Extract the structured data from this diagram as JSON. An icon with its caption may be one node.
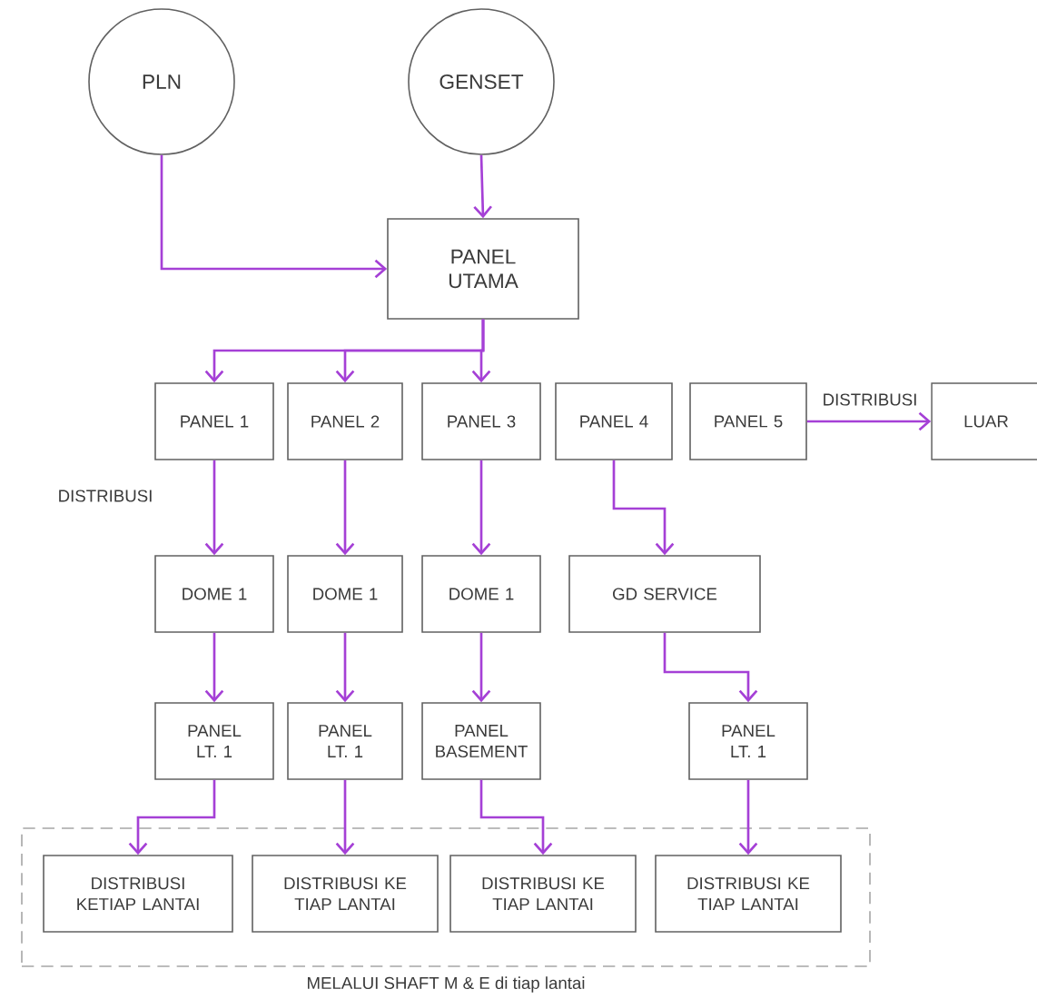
{
  "diagram": {
    "nodes": [
      {
        "text": [
          "PLN"
        ]
      },
      {
        "text": [
          "GENSET"
        ]
      },
      {
        "text": [
          "PANEL UTAMA"
        ]
      },
      {
        "text": [
          "PANEL 1"
        ]
      },
      {
        "text": [
          "PANEL 2"
        ]
      },
      {
        "text": [
          "PANEL 3"
        ]
      },
      {
        "text": [
          "PANEL 4"
        ]
      },
      {
        "text": [
          "PANEL 5"
        ]
      },
      {
        "text": [
          "LUAR"
        ]
      },
      {
        "text": [
          "DOME 1"
        ]
      },
      {
        "text": [
          "DOME 1"
        ]
      },
      {
        "text": [
          "DOME 1"
        ]
      },
      {
        "text": [
          "GD SERVICE"
        ]
      },
      {
        "text": [
          "PANEL LT. 1"
        ]
      },
      {
        "text": [
          "PANEL LT. 1"
        ]
      },
      {
        "text": [
          "PANEL BASEMENT"
        ]
      },
      {
        "text": [
          "PANEL LT. 1"
        ]
      },
      {
        "text": [
          "MELALUI SHAFT M & E di tiap lantai"
        ]
      },
      {
        "text": [
          "DISTRIBUSI KETIAP LANTAI"
        ],
        "in": 17
      },
      {
        "text": [
          "DISTRIBUSI KE TIAP LANTAI"
        ],
        "in": 17
      },
      {
        "text": [
          "DISTRIBUSI KE TIAP LANTAI"
        ],
        "in": 17
      },
      {
        "text": [
          "DISTRIBUSI KE TIAP LANTAI"
        ],
        "in": 17
      }
    ],
    "edges": [
      {
        "from": 0,
        "to": 2,
        "arrow": "to"
      },
      {
        "from": 1,
        "to": 2,
        "arrow": "to"
      },
      {
        "from": 2,
        "to": 3,
        "arrow": "to"
      },
      {
        "from": 2,
        "to": 4,
        "arrow": "to"
      },
      {
        "from": 2,
        "to": 5,
        "arrow": "to"
      },
      {
        "from": 7,
        "to": 8,
        "arrow": "to",
        "label": "DISTRIBUSI"
      },
      {
        "from": 3,
        "to": 9,
        "arrow": "to",
        "label": "DISTRIBUSI"
      },
      {
        "from": 4,
        "to": 10,
        "arrow": "to"
      },
      {
        "from": 5,
        "to": 11,
        "arrow": "to"
      },
      {
        "from": 6,
        "to": 12,
        "arrow": "to"
      },
      {
        "from": 9,
        "to": 13,
        "arrow": "to"
      },
      {
        "from": 10,
        "to": 14,
        "arrow": "to"
      },
      {
        "from": 11,
        "to": 15,
        "arrow": "to"
      },
      {
        "from": 12,
        "to": 16,
        "arrow": "to"
      },
      {
        "from": 13,
        "to": 18,
        "arrow": "to"
      },
      {
        "from": 14,
        "to": 19,
        "arrow": "to"
      },
      {
        "from": 15,
        "to": 20,
        "arrow": "to"
      },
      {
        "from": 16,
        "to": 21,
        "arrow": "to"
      }
    ]
  }
}
